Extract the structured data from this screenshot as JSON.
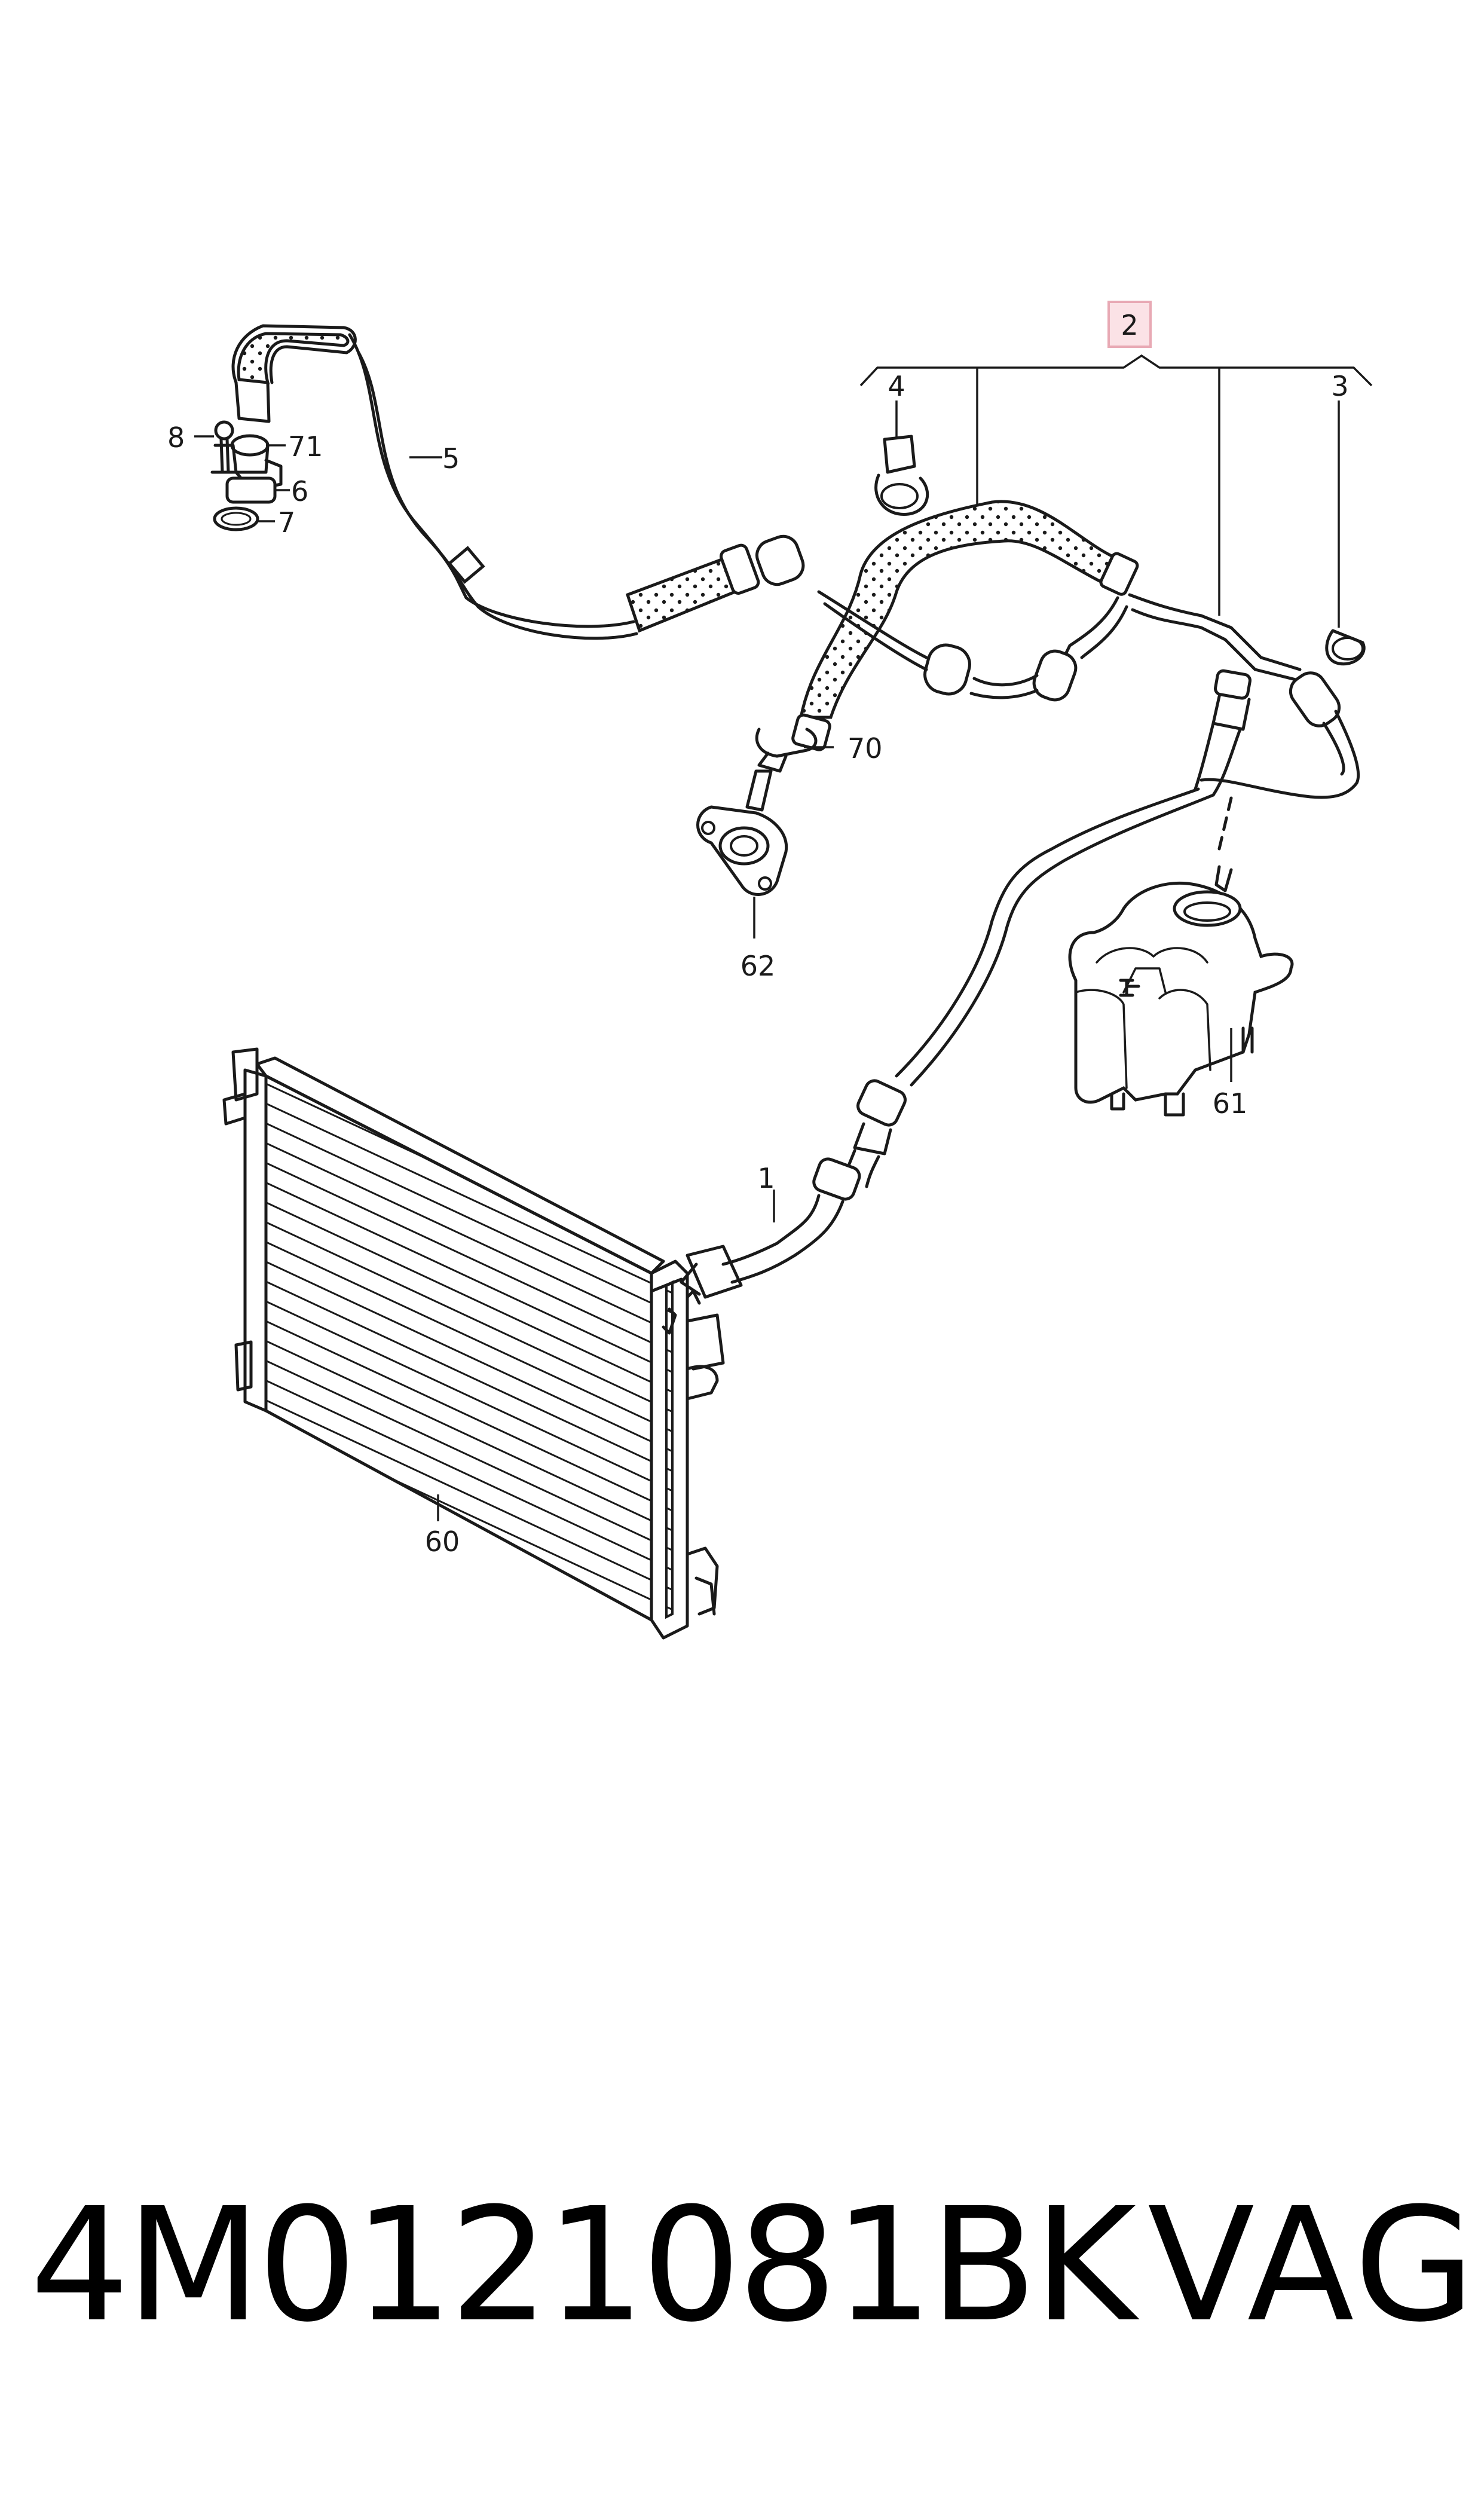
{
  "diagram": {
    "labels": {
      "p1": "1",
      "p2": "2",
      "p3": "3",
      "p4": "4",
      "p5": "5",
      "p6": "6",
      "p7": "7",
      "p8": "8",
      "p60": "60",
      "p61": "61",
      "p62": "62",
      "p70": "70",
      "p71": "71"
    },
    "highlight_color": "#e8a9b4",
    "line_color": "#1a1a1a"
  },
  "footer": {
    "part_number": "4M0121081BK",
    "brand": "VAG"
  }
}
